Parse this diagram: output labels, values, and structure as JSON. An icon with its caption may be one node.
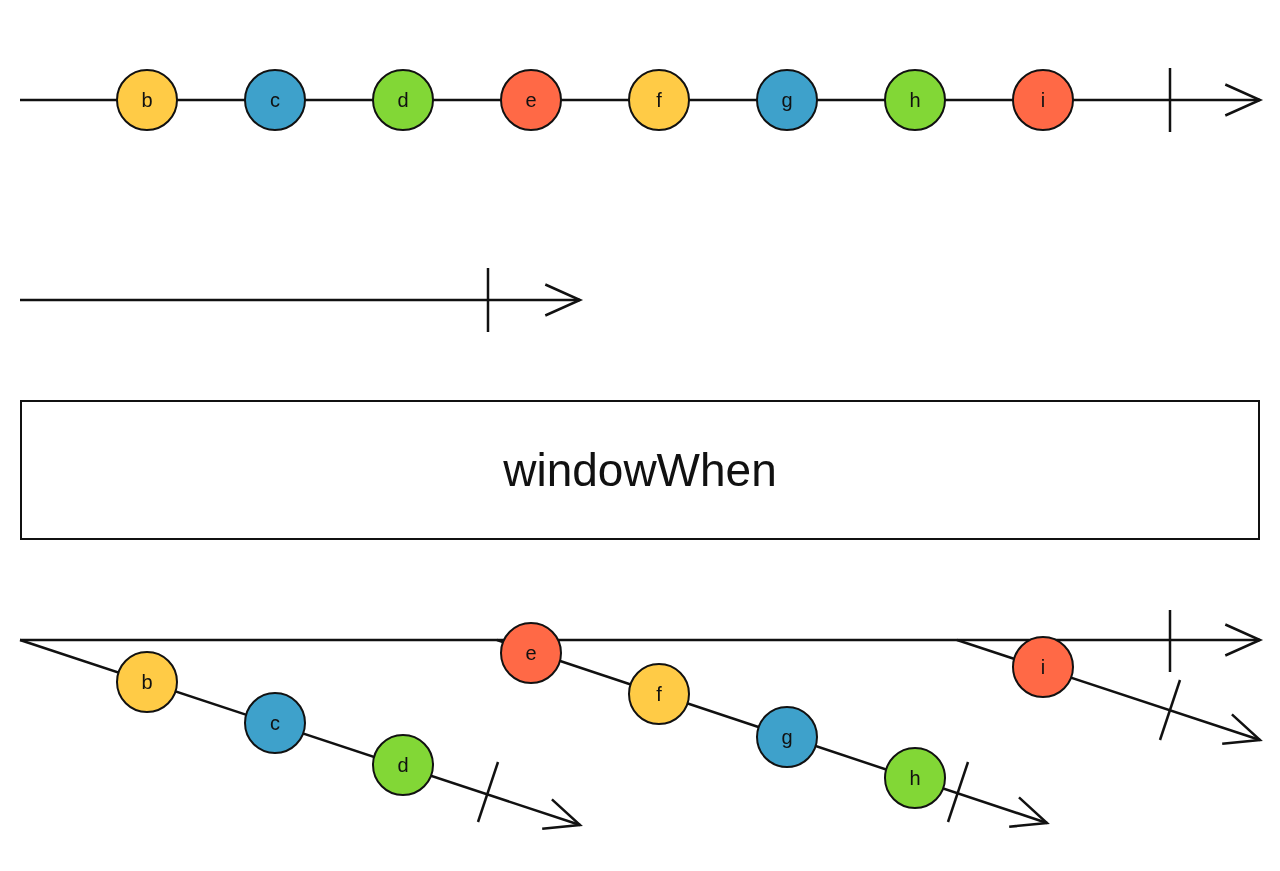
{
  "diagram": {
    "nodes": [
      {
        "text": [
          "b"
        ]
      },
      {
        "text": [
          "c"
        ]
      },
      {
        "text": [
          "d"
        ]
      },
      {
        "text": [
          "e"
        ]
      },
      {
        "text": [
          "f"
        ]
      },
      {
        "text": [
          "g"
        ]
      },
      {
        "text": [
          "h"
        ]
      },
      {
        "text": [
          "i"
        ]
      },
      {
        "text": [
          "windowWhen"
        ]
      },
      {
        "text": [
          "b"
        ]
      },
      {
        "text": [
          "c"
        ]
      },
      {
        "text": [
          "d"
        ]
      },
      {
        "text": [
          "e"
        ]
      },
      {
        "text": [
          "f"
        ]
      },
      {
        "text": [
          "g"
        ]
      },
      {
        "text": [
          "h"
        ]
      },
      {
        "text": [
          "i"
        ]
      }
    ]
  }
}
